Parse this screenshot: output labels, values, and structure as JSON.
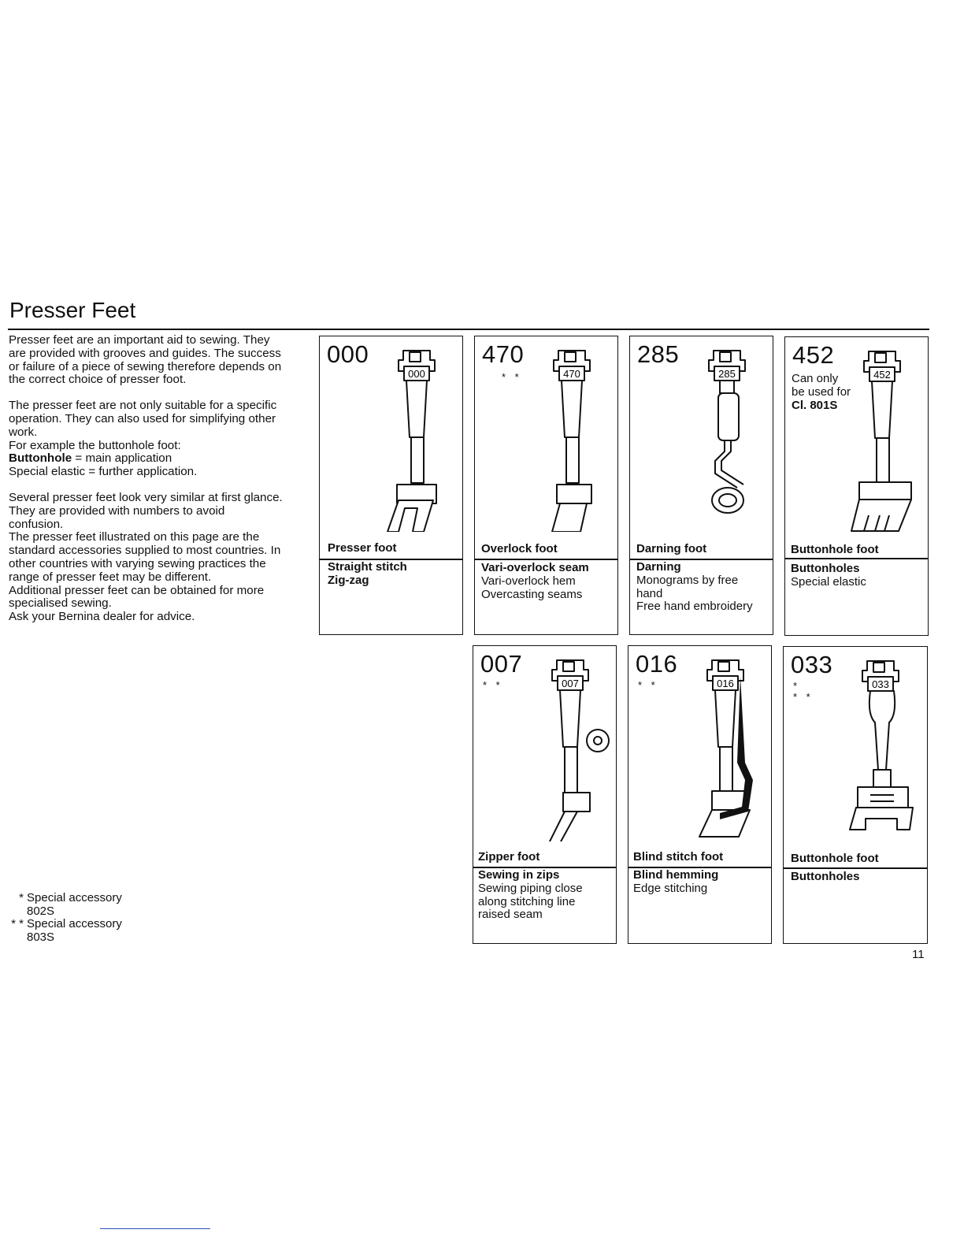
{
  "title": "Presser Feet",
  "intro": {
    "p1": [
      "Presser feet are an important aid to sewing. They",
      "are provided with grooves and guides. The success",
      "or failure of a piece of sewing therefore depends on",
      "the correct choice of presser foot."
    ],
    "p2": [
      "The presser feet are not only suitable for a specific",
      "operation. They can also used for simplifying other",
      "work.",
      "For example the buttonhole foot:"
    ],
    "p2_bold": "Buttonhole",
    "p2_bold_rest": " = main application",
    "p2_last": "Special elastic = further application.",
    "p3": [
      "Several presser feet look very similar at first glance.",
      "They are provided with numbers to avoid",
      "confusion.",
      "The presser feet illustrated on this page are the",
      "standard accessories supplied to most countries. In",
      "other countries with varying sewing practices the",
      "range of presser feet may be different.",
      "Additional presser feet can be obtained for more",
      "specialised sewing.",
      "Ask your Bernina dealer for advice."
    ]
  },
  "feet": [
    {
      "number": "000",
      "stars": "",
      "name": "Presser foot",
      "uses": [
        "Straight stitch",
        "Zig-zag"
      ],
      "uses_bold": [
        true,
        true
      ],
      "label_on_foot": "000"
    },
    {
      "number": "470",
      "stars": "* *",
      "name": "Overlock foot",
      "uses": [
        "Vari-overlock seam",
        "Vari-overlock hem",
        "Overcasting seams"
      ],
      "uses_bold": [
        true,
        false,
        false
      ],
      "label_on_foot": "470"
    },
    {
      "number": "285",
      "stars": "",
      "name": "Darning foot",
      "uses": [
        "Darning",
        "Monograms by free",
        "hand",
        "Free hand embroidery"
      ],
      "uses_bold": [
        true,
        false,
        false,
        false
      ],
      "label_on_foot": "285"
    },
    {
      "number": "452",
      "stars": "",
      "note": [
        "Can only",
        "be used for"
      ],
      "note_bold": "Cl. 801S",
      "name": "Buttonhole foot",
      "uses": [
        "Buttonholes",
        "Special elastic"
      ],
      "uses_bold": [
        true,
        false
      ],
      "label_on_foot": "452"
    },
    {
      "number": "007",
      "stars": "* *",
      "name": "Zipper foot",
      "uses": [
        "Sewing in zips",
        "Sewing piping close",
        "along stitching line",
        "raised seam"
      ],
      "uses_bold": [
        true,
        false,
        false,
        false
      ],
      "label_on_foot": "007"
    },
    {
      "number": "016",
      "stars": "* *",
      "name": "Blind stitch foot",
      "uses": [
        "Blind hemming",
        "Edge stitching"
      ],
      "uses_bold": [
        true,
        false
      ],
      "label_on_foot": "016"
    },
    {
      "number": "033",
      "stars": "*",
      "stars2": "* *",
      "name": "Buttonhole foot",
      "uses": [
        "Buttonholes"
      ],
      "uses_bold": [
        true
      ],
      "label_on_foot": "033"
    }
  ],
  "footnotes": [
    {
      "mark": "*",
      "text": [
        "Special accessory",
        "802S"
      ]
    },
    {
      "mark": "* *",
      "text": [
        "Special accessory",
        "803S"
      ]
    }
  ],
  "page_number": "11"
}
